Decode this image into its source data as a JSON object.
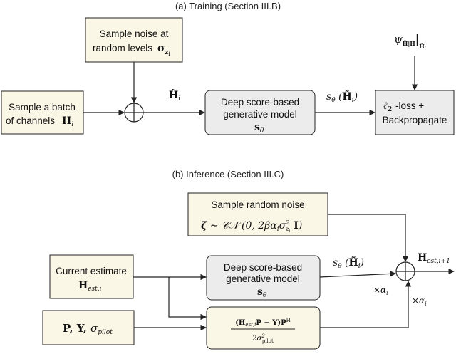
{
  "training": {
    "caption": "(a) Training (Section III.B)",
    "noise_box": {
      "line1": "Sample noise at",
      "line2": "random levels"
    },
    "batch_box": {
      "line1": "Sample a batch",
      "line2": "of channels"
    },
    "model_box": {
      "line1": "Deep score-based",
      "line2": "generative model"
    },
    "loss_box": {
      "line1": "-loss +",
      "line2": "Backpropagate"
    }
  },
  "inference": {
    "caption": "(b) Inference (Section III.C)",
    "noise_box": {
      "line1": "Sample random noise"
    },
    "estimate_box": {
      "line1": "Current estimate"
    },
    "model_box": {
      "line1": "Deep score-based",
      "line2": "generative model"
    }
  },
  "colors": {
    "box_fill": "#fbf7e6",
    "model_fill": "#ececec",
    "stroke": "#222222"
  }
}
